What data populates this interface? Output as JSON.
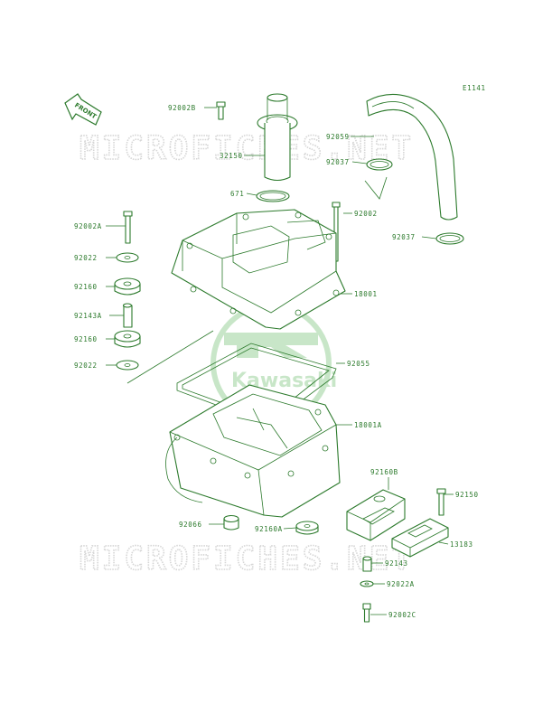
{
  "diagram_code": "E1141",
  "front_label": "FRONT",
  "watermark_text": "MICROFICHES.NET",
  "logo_text": "Kawasaki",
  "colors": {
    "line": "#2c7a2c",
    "watermark": "#d6d6d6",
    "logo": "#c8e6c8"
  },
  "labels": {
    "p92002B": "92002B",
    "p32150": "32150",
    "p671": "671",
    "p92059": "92059",
    "p92037_top": "92037",
    "p92002A": "92002A",
    "p92002": "92002",
    "p92037_mid": "92037",
    "p92022_top": "92022",
    "p92160_top": "92160",
    "p18001": "18001",
    "p92143A": "92143A",
    "p92160_mid": "92160",
    "p92022_mid": "92022",
    "p92055": "92055",
    "p18001A": "18001A",
    "p92160B": "92160B",
    "p92150": "92150",
    "p13183": "13183",
    "p92066": "92066",
    "p92160A": "92160A",
    "p92143": "92143",
    "p92022A": "92022A",
    "p92002C": "92002C"
  }
}
